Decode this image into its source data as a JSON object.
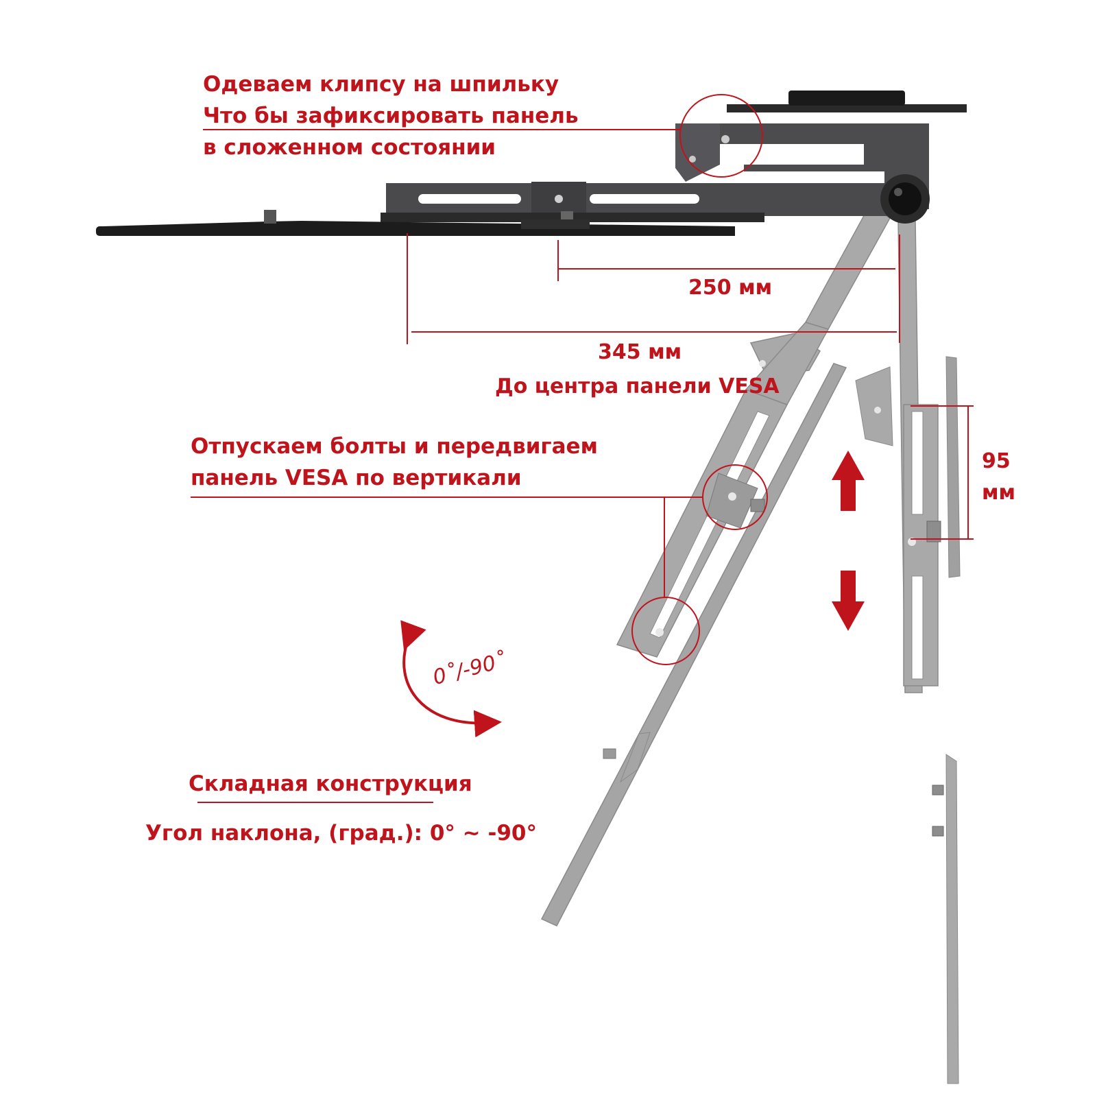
{
  "annotations": {
    "clip_note": [
      "Одеваем клипсу на шпильку",
      "Что бы зафиксировать панель",
      "в сложенном состоянии"
    ],
    "bolts_note": [
      "Отпускаем болты и передвигаем",
      "панель VESA по вертикали"
    ],
    "dim_250": "250 мм",
    "dim_345": "345 мм",
    "dim_345_caption": "До центра панели VESA",
    "dim_95": [
      "95",
      "мм"
    ],
    "tilt_angle": "0˚/-90˚",
    "folding_title": "Складная конструкция",
    "tilt_range": "Угол наклона, (град.): 0° ~ -90°"
  },
  "colors": {
    "accent_red": "#c0141c",
    "dark_metal": "#4a4a4c",
    "black_plate": "#1c1c1c",
    "grey_ghost": "#a9a9a9"
  }
}
